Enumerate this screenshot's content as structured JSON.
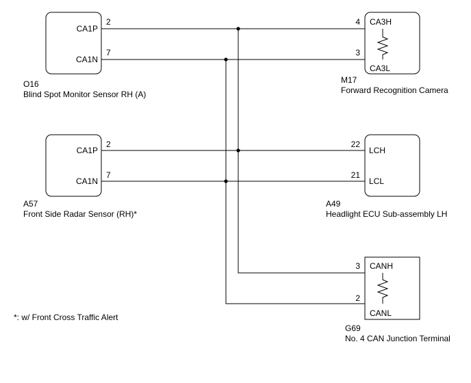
{
  "components": {
    "o16": {
      "code": "O16",
      "name": "Blind Spot Monitor Sensor RH (A)",
      "pins": [
        {
          "label": "CA1P",
          "number": "2"
        },
        {
          "label": "CA1N",
          "number": "7"
        }
      ]
    },
    "m17": {
      "code": "M17",
      "name": "Forward Recognition Camera",
      "pins": [
        {
          "label": "CA3H",
          "number": "4"
        },
        {
          "label": "CA3L",
          "number": "3"
        }
      ]
    },
    "a57": {
      "code": "A57",
      "name": "Front Side Radar Sensor (RH)*",
      "pins": [
        {
          "label": "CA1P",
          "number": "2"
        },
        {
          "label": "CA1N",
          "number": "7"
        }
      ]
    },
    "a49": {
      "code": "A49",
      "name": "Headlight ECU Sub-assembly LH",
      "pins": [
        {
          "label": "LCH",
          "number": "22"
        },
        {
          "label": "LCL",
          "number": "21"
        }
      ]
    },
    "g69": {
      "code": "G69",
      "name": "No. 4 CAN Junction Terminal",
      "pins": [
        {
          "label": "CANH",
          "number": "3"
        },
        {
          "label": "CANL",
          "number": "2"
        }
      ]
    }
  },
  "footnote": "*: w/ Front Cross Traffic Alert",
  "colors": {
    "line": "#000000",
    "background": "#ffffff"
  }
}
